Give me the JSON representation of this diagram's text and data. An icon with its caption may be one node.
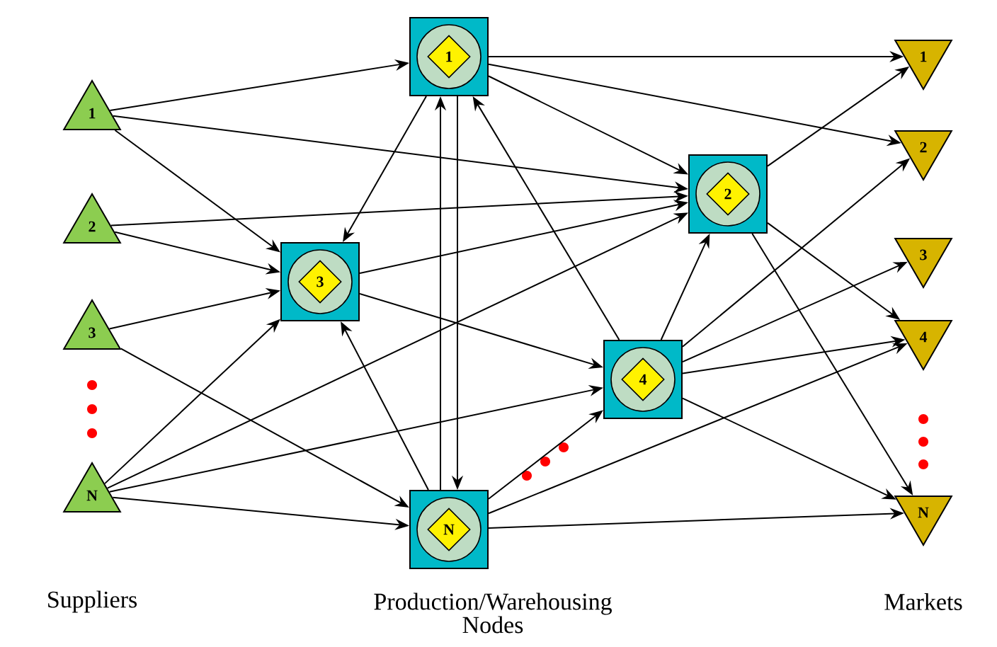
{
  "diagram": {
    "nodes": [
      {
        "text": [
          "1"
        ]
      },
      {
        "text": [
          "2"
        ]
      },
      {
        "text": [
          "3"
        ]
      },
      {
        "text": [
          "N"
        ]
      },
      {
        "text": [
          "1"
        ]
      },
      {
        "text": [
          "3"
        ]
      },
      {
        "text": [
          "2"
        ]
      },
      {
        "text": [
          "4"
        ]
      },
      {
        "text": [
          "N"
        ]
      },
      {
        "text": [
          "1"
        ]
      },
      {
        "text": [
          "2"
        ]
      },
      {
        "text": [
          "3"
        ]
      },
      {
        "text": [
          "4"
        ]
      },
      {
        "text": [
          "N"
        ]
      }
    ],
    "edges": [
      {
        "from": 0,
        "to": 4,
        "arrow": "to"
      },
      {
        "from": 0,
        "to": 6,
        "arrow": "to"
      },
      {
        "from": 0,
        "to": 5,
        "arrow": "to"
      },
      {
        "from": 1,
        "to": 6,
        "arrow": "to"
      },
      {
        "from": 1,
        "to": 5,
        "arrow": "to"
      },
      {
        "from": 2,
        "to": 5,
        "arrow": "to"
      },
      {
        "from": 2,
        "to": 8,
        "arrow": "to"
      },
      {
        "from": 3,
        "to": 5,
        "arrow": "to"
      },
      {
        "from": 3,
        "to": 6,
        "arrow": "to"
      },
      {
        "from": 3,
        "to": 7,
        "arrow": "to"
      },
      {
        "from": 3,
        "to": 8,
        "arrow": "to"
      },
      {
        "from": 4,
        "to": 5,
        "arrow": "to"
      },
      {
        "from": 4,
        "to": 8,
        "arrow": "to"
      },
      {
        "from": 8,
        "to": 4,
        "arrow": "to"
      },
      {
        "from": 4,
        "to": 9,
        "arrow": "to"
      },
      {
        "from": 4,
        "to": 10,
        "arrow": "to"
      },
      {
        "from": 4,
        "to": 6,
        "arrow": "to"
      },
      {
        "from": 7,
        "to": 4,
        "arrow": "to"
      },
      {
        "from": 5,
        "to": 6,
        "arrow": "to"
      },
      {
        "from": 5,
        "to": 7,
        "arrow": "to"
      },
      {
        "from": 8,
        "to": 5,
        "arrow": "to"
      },
      {
        "from": 8,
        "to": 7,
        "arrow": "to"
      },
      {
        "from": 8,
        "to": 12,
        "arrow": "to"
      },
      {
        "from": 8,
        "to": 13,
        "arrow": "to"
      },
      {
        "from": 7,
        "to": 6,
        "arrow": "to"
      },
      {
        "from": 7,
        "to": 10,
        "arrow": "to"
      },
      {
        "from": 7,
        "to": 11,
        "arrow": "to"
      },
      {
        "from": 7,
        "to": 12,
        "arrow": "to"
      },
      {
        "from": 7,
        "to": 13,
        "arrow": "to"
      },
      {
        "from": 6,
        "to": 9,
        "arrow": "to"
      },
      {
        "from": 6,
        "to": 12,
        "arrow": "to"
      },
      {
        "from": 6,
        "to": 13,
        "arrow": "to"
      }
    ],
    "labels": [
      "Suppliers",
      "Production/Warehousing Nodes",
      "Markets"
    ]
  }
}
